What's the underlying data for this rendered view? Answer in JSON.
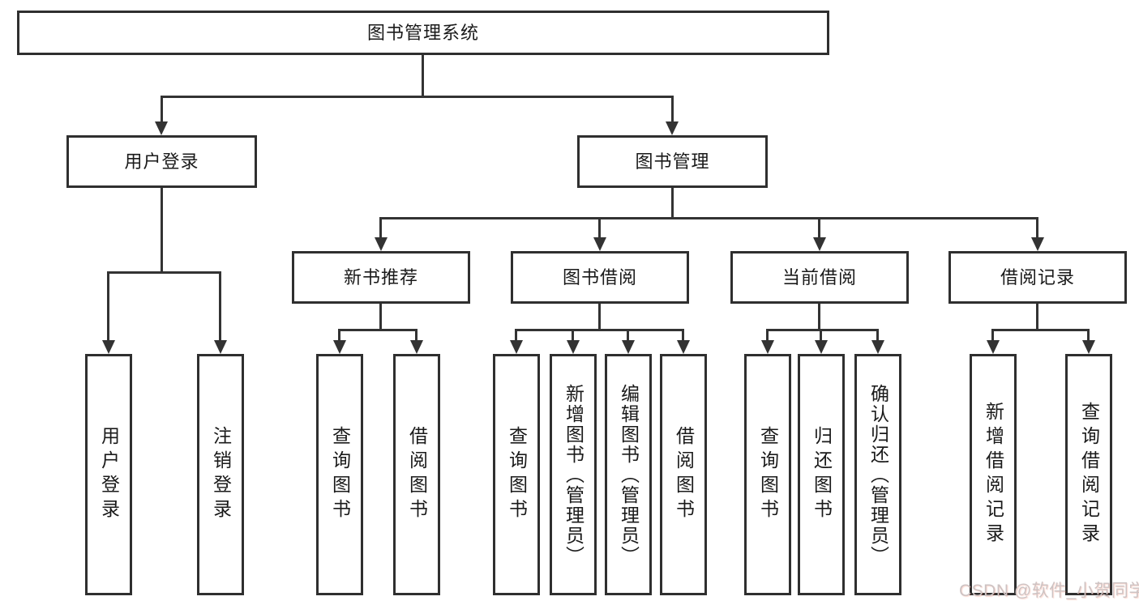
{
  "tree": {
    "label": "图书管理系统",
    "children": [
      {
        "label": "用户登录",
        "children": [
          {
            "label": "用户登录"
          },
          {
            "label": "注销登录"
          }
        ]
      },
      {
        "label": "图书管理",
        "children": [
          {
            "label": "新书推荐",
            "children": [
              {
                "label": "查询图书"
              },
              {
                "label": "借阅图书"
              }
            ]
          },
          {
            "label": "图书借阅",
            "children": [
              {
                "label": "查询图书"
              },
              {
                "label": "新增图书（管理员）"
              },
              {
                "label": "编辑图书（管理员）"
              },
              {
                "label": "借阅图书"
              }
            ]
          },
          {
            "label": "当前借阅",
            "children": [
              {
                "label": "查询图书"
              },
              {
                "label": "归还图书"
              },
              {
                "label": "确认归还（管理员）"
              }
            ]
          },
          {
            "label": "借阅记录",
            "children": [
              {
                "label": "新增借阅记录"
              },
              {
                "label": "查询借阅记录"
              }
            ]
          }
        ]
      }
    ]
  },
  "watermark": {
    "text": "CSDN @软件_小贺同学"
  },
  "icons": {
    "arrowhead": "solid-downward-triangle"
  },
  "colors": {
    "line": "#333333",
    "box_border": "#2f2f2f",
    "text": "#1a1a1a",
    "background": "#ffffff",
    "watermark": "#cdc3c3"
  }
}
